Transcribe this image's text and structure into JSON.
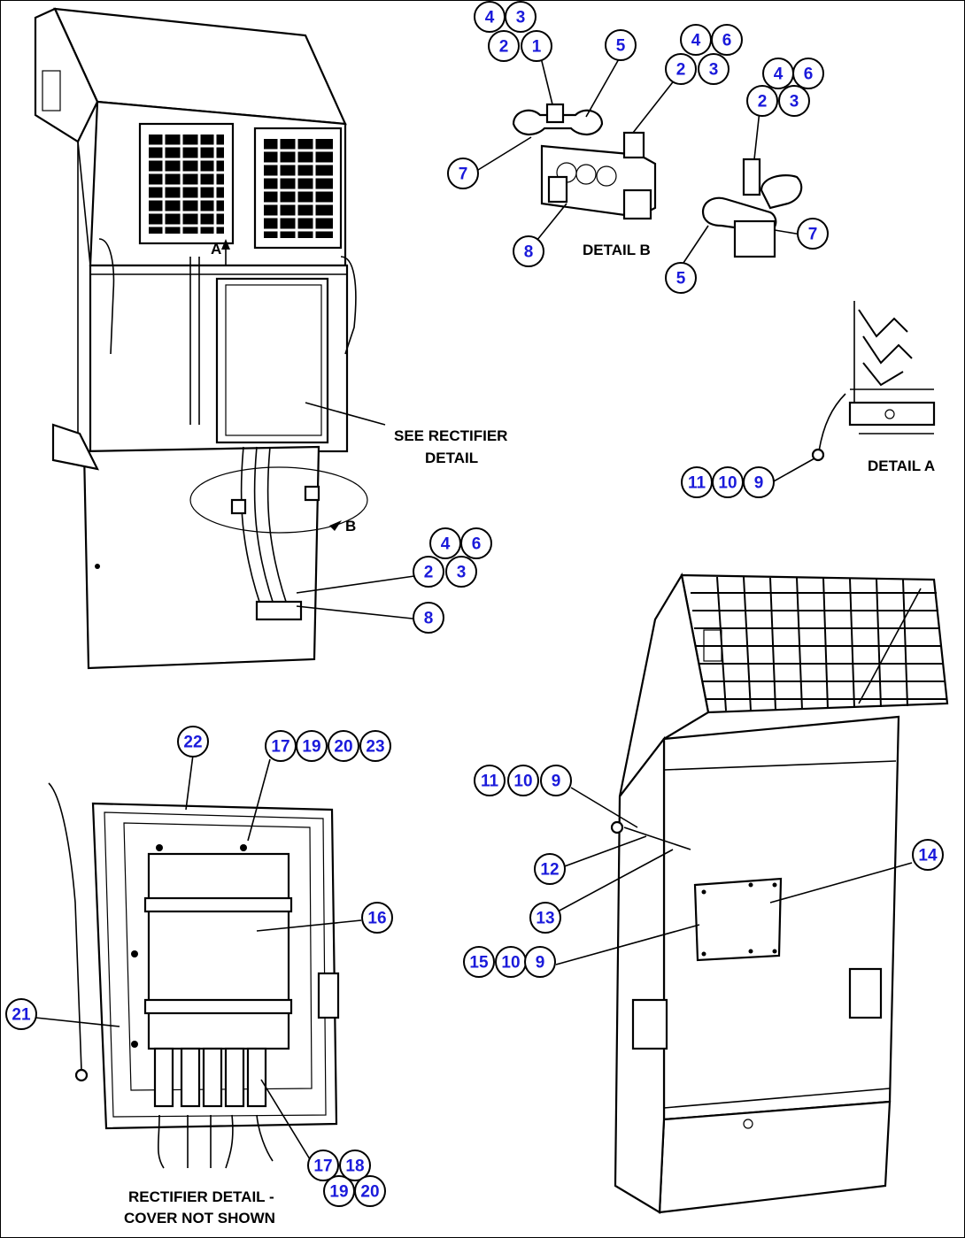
{
  "labels": {
    "see_rectifier": "SEE RECTIFIER",
    "see_rectifier_2": "DETAIL",
    "detail_b": "DETAIL B",
    "detail_a": "DETAIL A",
    "view_a": "A",
    "view_b": "B",
    "rectifier_detail": "RECTIFIER DETAIL -",
    "rectifier_detail_2": "COVER NOT SHOWN"
  },
  "balloons": {
    "db_4": "4",
    "db_3": "3",
    "db_2": "2",
    "db_1": "1",
    "db_5": "5",
    "db_7": "7",
    "db_8": "8",
    "db2_4": "4",
    "db2_6": "6",
    "db2_2": "2",
    "db2_3": "3",
    "dc_4": "4",
    "dc_6": "6",
    "dc_2": "2",
    "dc_3": "3",
    "dc_7": "7",
    "dc_5": "5",
    "da_11": "11",
    "da_10": "10",
    "da_9": "9",
    "m_4": "4",
    "m_6": "6",
    "m_2": "2",
    "m_3": "3",
    "m_8": "8",
    "r_22": "22",
    "r_17": "17",
    "r_19": "19",
    "r_20": "20",
    "r_23": "23",
    "r_16": "16",
    "r_21": "21",
    "r2_17": "17",
    "r2_18": "18",
    "r2_19": "19",
    "r2_20": "20",
    "c_11": "11",
    "c_10": "10",
    "c_9": "9",
    "c_12": "12",
    "c_13": "13",
    "c_14": "14",
    "c_15": "15",
    "c_10b": "10",
    "c_9b": "9"
  }
}
